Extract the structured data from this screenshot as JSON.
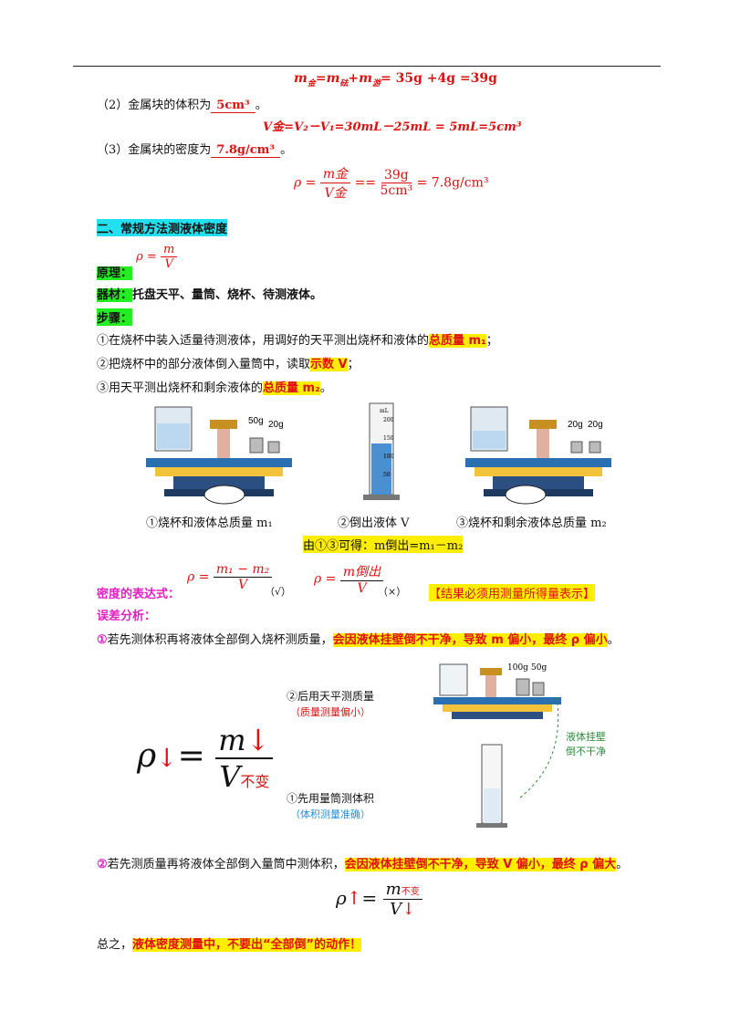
{
  "line1": {
    "m_jin": "m",
    "sub_jin": "金",
    "eq": "=",
    "m_ma": "m",
    "sub_ma": "砝",
    "plus": "+",
    "m_you": "m",
    "sub_you": "游",
    "rest": "=  35g  +4g  =39g"
  },
  "q2": {
    "prefix": "（2）金属块的体积为",
    "answer": "5cm³",
    "suffix": "。"
  },
  "line2": {
    "text": "V金=V₂－V₁=30mL－25mL  =  5mL=5cm³"
  },
  "q3": {
    "prefix": "（3）金属块的密度为",
    "answer": "7.8g/cm³",
    "suffix": "。"
  },
  "formula1": {
    "rho": "ρ =",
    "num": "m金",
    "den": "V金",
    "eq": "==",
    "num2": "39g",
    "den2": "5cm³",
    "result": "= 7.8g/cm³"
  },
  "section2": {
    "title": "二、常规方法测液体密度"
  },
  "principle": {
    "label": "原理：",
    "rho": "ρ =",
    "num": "m",
    "den": "V"
  },
  "equipment": {
    "label": "器材：",
    "text": "托盘天平、量筒、烧杯、待测液体。"
  },
  "steps": {
    "label": "步骤：",
    "s1_prefix": "①在烧杯中装入适量待测液体，用调好的天平测出烧杯和液体的",
    "s1_hl": "总质量 m₁",
    "s1_suffix": "；",
    "s2_prefix": "②把烧杯中的部分液体倒入量筒中，读取",
    "s2_hl": "示数 V",
    "s2_suffix": "；",
    "s3_prefix": "③用天平测出烧杯和剩余液体的",
    "s3_hl": "总质量 m₂",
    "s3_suffix": "。"
  },
  "figure": {
    "w1": "50g",
    "w2": "20g",
    "w3": "20g",
    "w4": "20g",
    "cylinder_marks": [
      "200",
      "150",
      "100",
      "50"
    ],
    "cylinder_unit": "mL",
    "cap1": "①烧杯和液体总质量 m₁",
    "cap2": "②倒出液体 V",
    "cap3": "③烧杯和剩余液体总质量 m₂",
    "derive": "由①③可得：m倒出=m₁－m₂"
  },
  "density_expr": {
    "label": "密度的表达式：",
    "f1_num": "m₁ − m₂",
    "f1_den": "V",
    "f1_mark": "（√）",
    "f2_num": "m倒出",
    "f2_den": "V",
    "f2_mark": "（×）",
    "note": "【结果必须用测量所得量表示】",
    "rho": "ρ ="
  },
  "error": {
    "label": "误差分析：",
    "e1_num": "①",
    "e1_text": "若先测体积再将液体全部倒入烧杯测质量，",
    "e1_hl": "会因液体挂壁倒不干净，导致 m 偏小，最终 ρ 偏小",
    "e1_end": "。",
    "big_rho": "ρ",
    "big_num": "m",
    "big_den": "V",
    "big_den_sub": "不变",
    "fig_label1": "②后用天平测质量",
    "fig_note1": "（质量测量偏小）",
    "fig_label2": "①先用量筒测体积",
    "fig_note2": "（体积测量准确）",
    "fig_side": "液体挂壁倒不干净",
    "w100": "100g",
    "w50": "50g",
    "e2_num": "②",
    "e2_text": "若先测质量再将液体全部倒入量筒中测体积，",
    "e2_hl": "会因液体挂壁倒不干净，导致 V 偏小，最终 ρ 偏大",
    "e2_end": "。",
    "f3_num_sub": "不变"
  },
  "summary": {
    "prefix": "总之，",
    "hl": "液体密度测量中，不要出“全部倒”的动作！"
  },
  "colors": {
    "red": "#e01010",
    "cyan": "#22e0f0",
    "green": "#22ee22",
    "yellow": "#ffee00",
    "magenta": "#e020c0"
  }
}
